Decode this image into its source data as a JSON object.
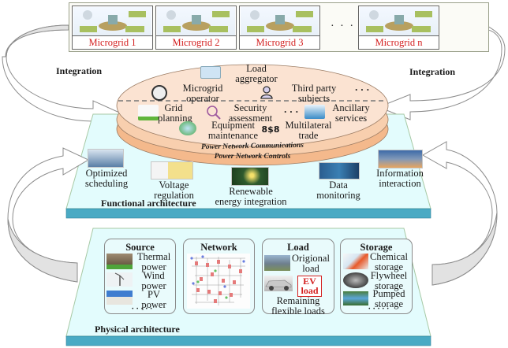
{
  "microgrids": {
    "items": [
      {
        "label": "Microgrid 1"
      },
      {
        "label": "Microgrid 2"
      },
      {
        "label": "Microgrid 3"
      },
      {
        "label": "Microgrid n"
      }
    ],
    "ellipsis": "· · ·"
  },
  "integration": {
    "left_label": "Integration",
    "right_label": "Integration"
  },
  "platform": {
    "upper_row": [
      {
        "label": "Load aggregator",
        "line1": "Load",
        "line2": "aggregator",
        "icon": "load-aggregator-icon"
      },
      {
        "label": "Microgrid operator",
        "line1": "Microgrid",
        "line2": "operator",
        "icon": "gear-person-icon"
      },
      {
        "label": "Third party subjects",
        "line1": "Third party",
        "line2": "subjects",
        "icon": "user-icon"
      }
    ],
    "upper_ellipsis": "· · ·",
    "lower_row": [
      {
        "label": "Grid planning",
        "line1": "Grid",
        "line2": "planning",
        "icon": "transmission-tower-icon"
      },
      {
        "label": "Security assessment",
        "line1": "Security",
        "line2": "assessment",
        "icon": "magnifier-risk-icon"
      },
      {
        "label": "Ancillary services",
        "line1": "Ancillary",
        "line2": "services",
        "icon": "substation-icon"
      },
      {
        "label": "Equipment maintenance",
        "line1": "Equipment",
        "line2": "maintenance",
        "icon": "wind-turbine-globe-icon"
      },
      {
        "label": "Multilateral trade",
        "line1": "Multilateral",
        "line2": "trade",
        "icon": "trade-icon"
      }
    ],
    "lower_ellipsis": "· · ·",
    "trade_glyph": "8$8",
    "ring_communications": "Power Network Communications",
    "ring_controls": "Power Network Controls"
  },
  "functional": {
    "title": "Functional architecture",
    "items": [
      {
        "line1": "Optimized",
        "line2": "scheduling"
      },
      {
        "line1": "Voltage",
        "line2": "regulation"
      },
      {
        "line1": "Renewable",
        "line2": "energy integration"
      },
      {
        "line1": "Data",
        "line2": "monitoring"
      },
      {
        "line1": "Information",
        "line2": "interaction"
      }
    ]
  },
  "physical": {
    "title": "Physical architecture",
    "source": {
      "title": "Source",
      "items": [
        {
          "line1": "Thermal",
          "line2": "power"
        },
        {
          "line1": "Wind",
          "line2": "power"
        },
        {
          "line1": "PV",
          "line2": "power"
        }
      ],
      "ellipsis": "· · · · ·"
    },
    "network": {
      "title": "Network"
    },
    "load": {
      "title": "Load",
      "original_line1": "Origional",
      "original_line2": "load",
      "ev_line1": "EV",
      "ev_line2": "load",
      "remaining_line1": "Remaining",
      "remaining_line2": "flexible loads"
    },
    "storage": {
      "title": "Storage",
      "items": [
        {
          "line1": "Chemical",
          "line2": "storage"
        },
        {
          "line1": "Flywheel",
          "line2": "storage"
        },
        {
          "line1": "Pumped",
          "line2": "storage"
        }
      ],
      "ellipsis": "· · · · ·"
    }
  },
  "colors": {
    "microgrid_label": "#d42020",
    "platform_top": "#fbe3d2",
    "platform_ring1": "#f8cfae",
    "platform_ring2": "#f4b98c",
    "layer_fill": "#e3fcfd",
    "layer_edge": "#4aaac4",
    "ev_border": "#d42020"
  }
}
